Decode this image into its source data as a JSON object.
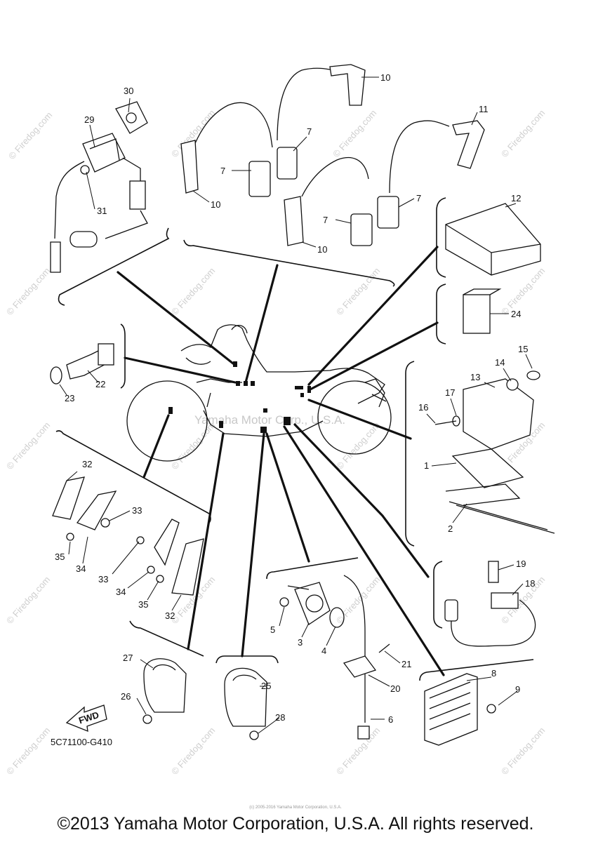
{
  "watermark": "© Firedog.com",
  "center_watermark": "Yamaha Motor Corp., U.S.A.",
  "diagram_code": "5C71100-G410",
  "fwd_label": "FWD",
  "copyright": "©2013 Yamaha Motor Corporation, U.S.A. All rights reserved.",
  "small_copyright": "(c) 2005-2016 Yamaha Motor Corporation, U.S.A.",
  "callouts": {
    "c1": "1",
    "c2": "2",
    "c3": "3",
    "c4": "4",
    "c5": "5",
    "c6": "6",
    "c7a": "7",
    "c7b": "7",
    "c7c": "7",
    "c7d": "7",
    "c8": "8",
    "c9": "9",
    "c10a": "10",
    "c10b": "10",
    "c10c": "10",
    "c11": "11",
    "c12": "12",
    "c13": "13",
    "c14": "14",
    "c15": "15",
    "c16": "16",
    "c17": "17",
    "c18": "18",
    "c19": "19",
    "c20": "20",
    "c21": "21",
    "c22": "22",
    "c23": "23",
    "c24": "24",
    "c25": "25",
    "c26": "26",
    "c27": "27",
    "c28": "28",
    "c29": "29",
    "c30": "30",
    "c31": "31",
    "c32a": "32",
    "c32b": "32",
    "c33a": "33",
    "c33b": "33",
    "c34a": "34",
    "c34b": "34",
    "c35a": "35",
    "c35b": "35"
  }
}
